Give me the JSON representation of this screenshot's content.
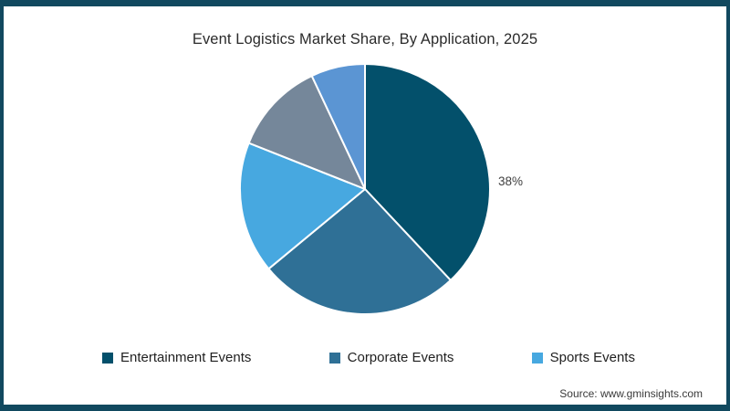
{
  "frame": {
    "border_color": "#11495F"
  },
  "title": "Event Logistics Market Share, By Application, 2025",
  "chart_data": {
    "type": "pie",
    "title": "Event Logistics Market Share, By Application, 2025",
    "start_angle_deg": 0,
    "direction": "clockwise",
    "legend_position": "bottom",
    "separator_color": "#ffffff",
    "slices": [
      {
        "label": "Entertainment Events",
        "value": 38,
        "color": "#03506B",
        "in_legend": true,
        "data_label": "38%"
      },
      {
        "label": "Corporate Events",
        "value": 26,
        "color": "#2F7096",
        "in_legend": true,
        "data_label": ""
      },
      {
        "label": "Sports Events",
        "value": 17,
        "color": "#47A8E0",
        "in_legend": true,
        "data_label": ""
      },
      {
        "label": "",
        "value": 12,
        "color": "#75879A",
        "in_legend": false,
        "data_label": ""
      },
      {
        "label": "",
        "value": 7,
        "color": "#5B95D3",
        "in_legend": false,
        "data_label": ""
      }
    ]
  },
  "source": "Source: www.gminsights.com"
}
